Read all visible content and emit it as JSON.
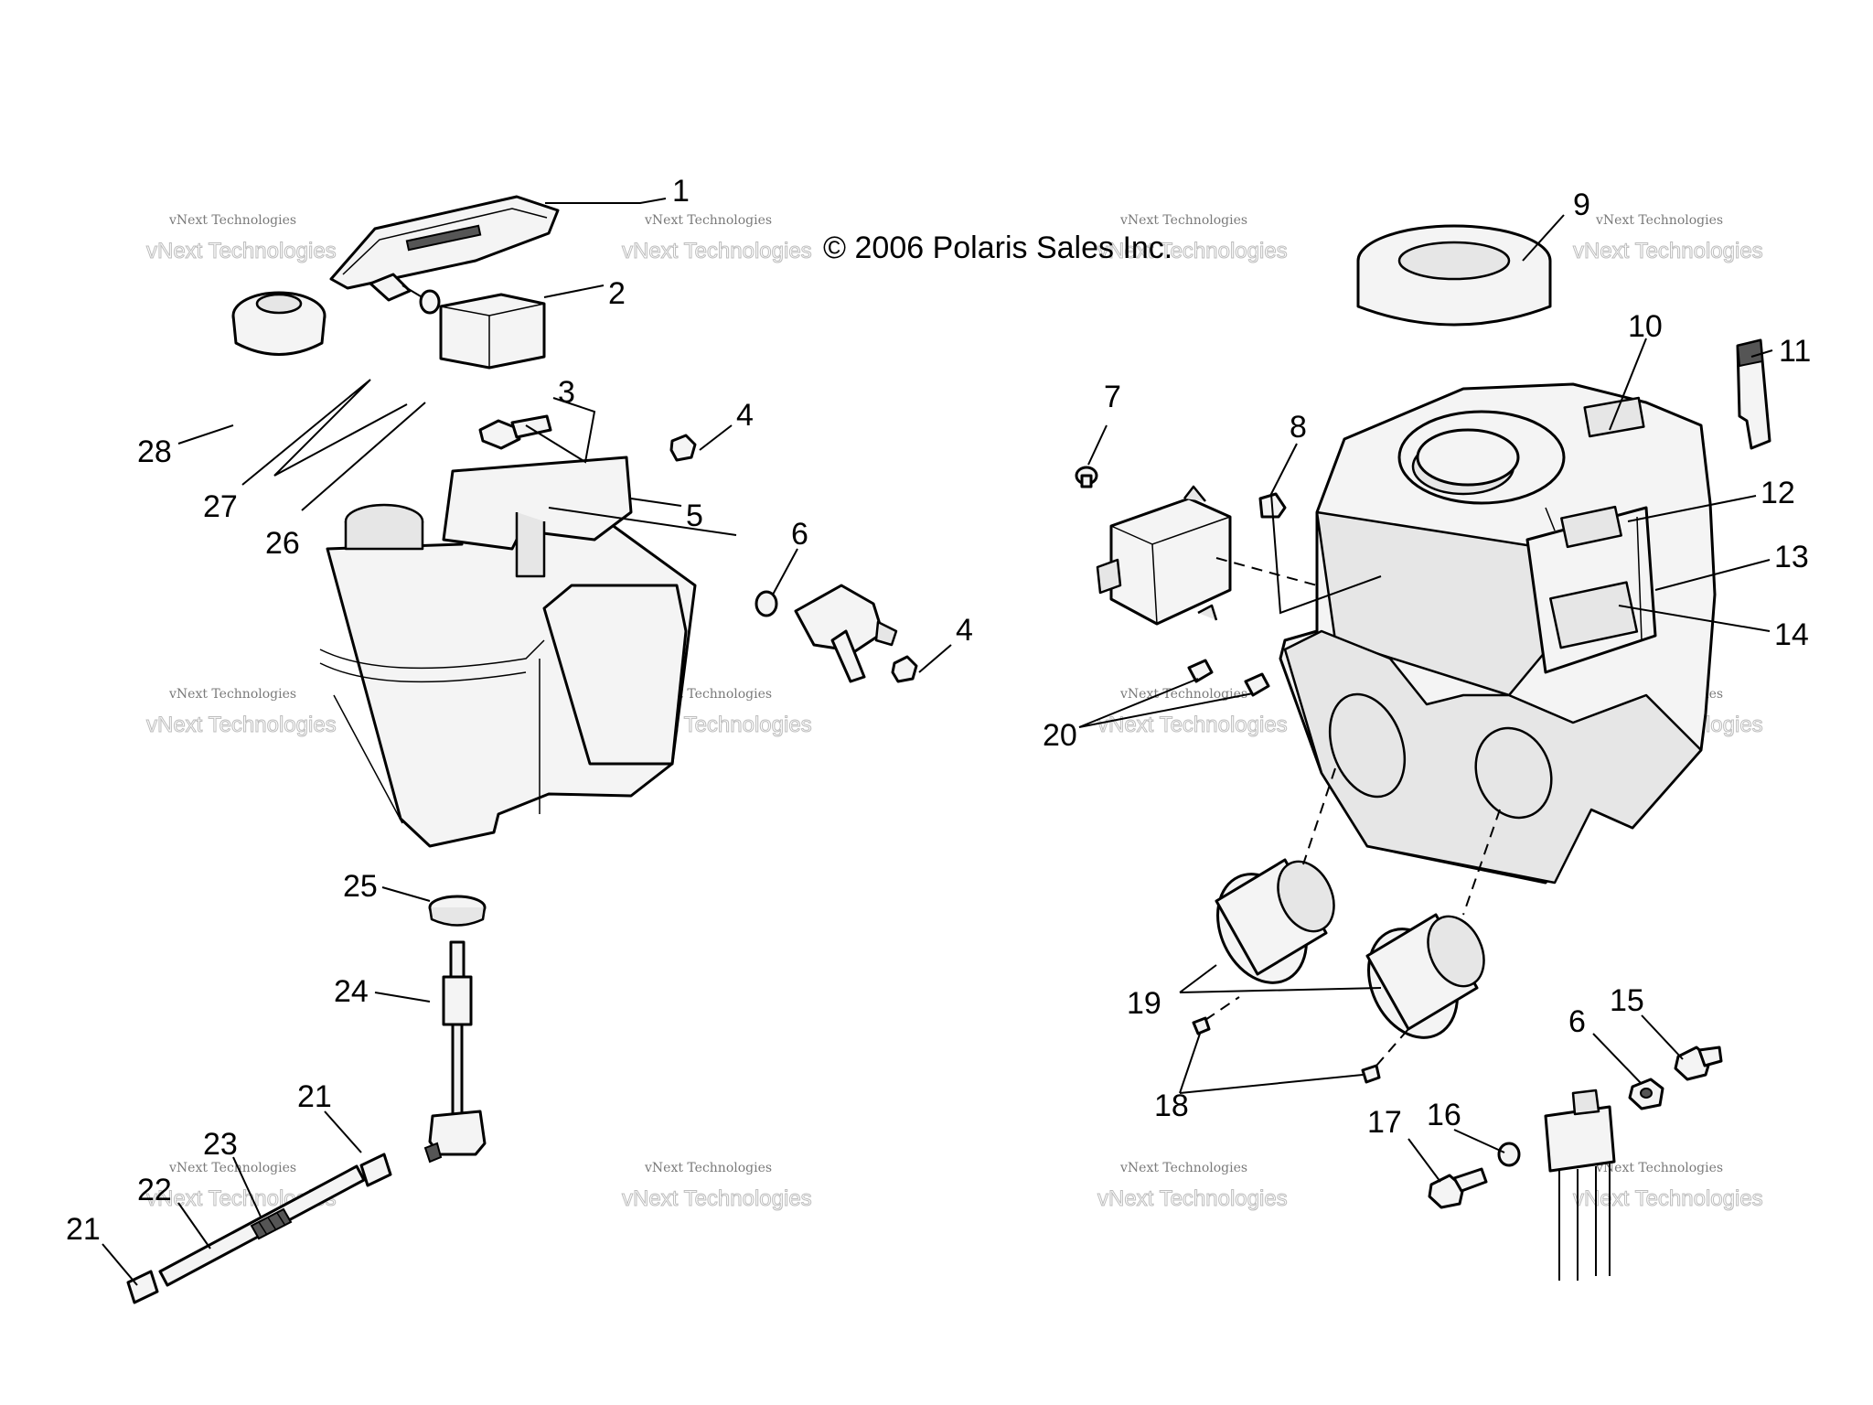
{
  "copyright": "© 2006 Polaris Sales Inc.",
  "watermark": {
    "small": "vNext Technologies",
    "big": "vNext Technologies"
  },
  "callouts": [
    "1",
    "2",
    "3",
    "4",
    "5",
    "6",
    "7",
    "8",
    "9",
    "10",
    "11",
    "12",
    "13",
    "14",
    "15",
    "16",
    "17",
    "18",
    "19",
    "20",
    "21",
    "22",
    "23",
    "24",
    "25",
    "26",
    "27",
    "28"
  ]
}
